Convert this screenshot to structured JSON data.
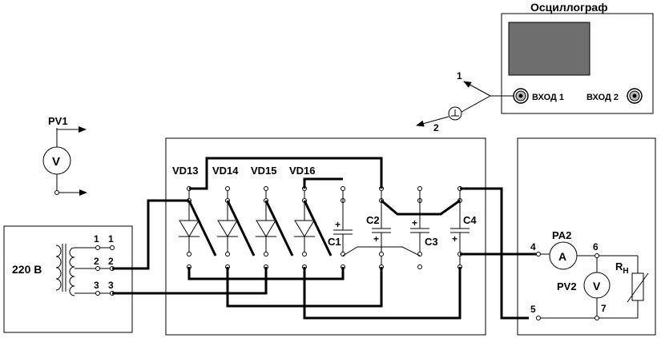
{
  "oscilloscope": {
    "title": "Осциллограф",
    "input1": "ВХОД 1",
    "input2": "ВХОД 2"
  },
  "probe": {
    "lead1": "1",
    "lead2": "2"
  },
  "voltmeter_pv1": {
    "label": "PV1",
    "symbol": "V"
  },
  "transformer": {
    "primary": "220 В",
    "taps_left": [
      "1",
      "2",
      "3"
    ],
    "taps_right": [
      "1",
      "2",
      "3"
    ]
  },
  "diodes": [
    "VD13",
    "VD14",
    "VD15",
    "VD16"
  ],
  "capacitors": [
    "C1",
    "C2",
    "C3",
    "C4"
  ],
  "plus_sign": "+",
  "load": {
    "ammeter_label": "PA2",
    "ammeter_symbol": "A",
    "voltmeter_label": "PV2",
    "voltmeter_symbol": "V",
    "resistor_label": "R",
    "resistor_sub": "Н",
    "nodes": [
      "4",
      "5",
      "6",
      "7"
    ]
  }
}
